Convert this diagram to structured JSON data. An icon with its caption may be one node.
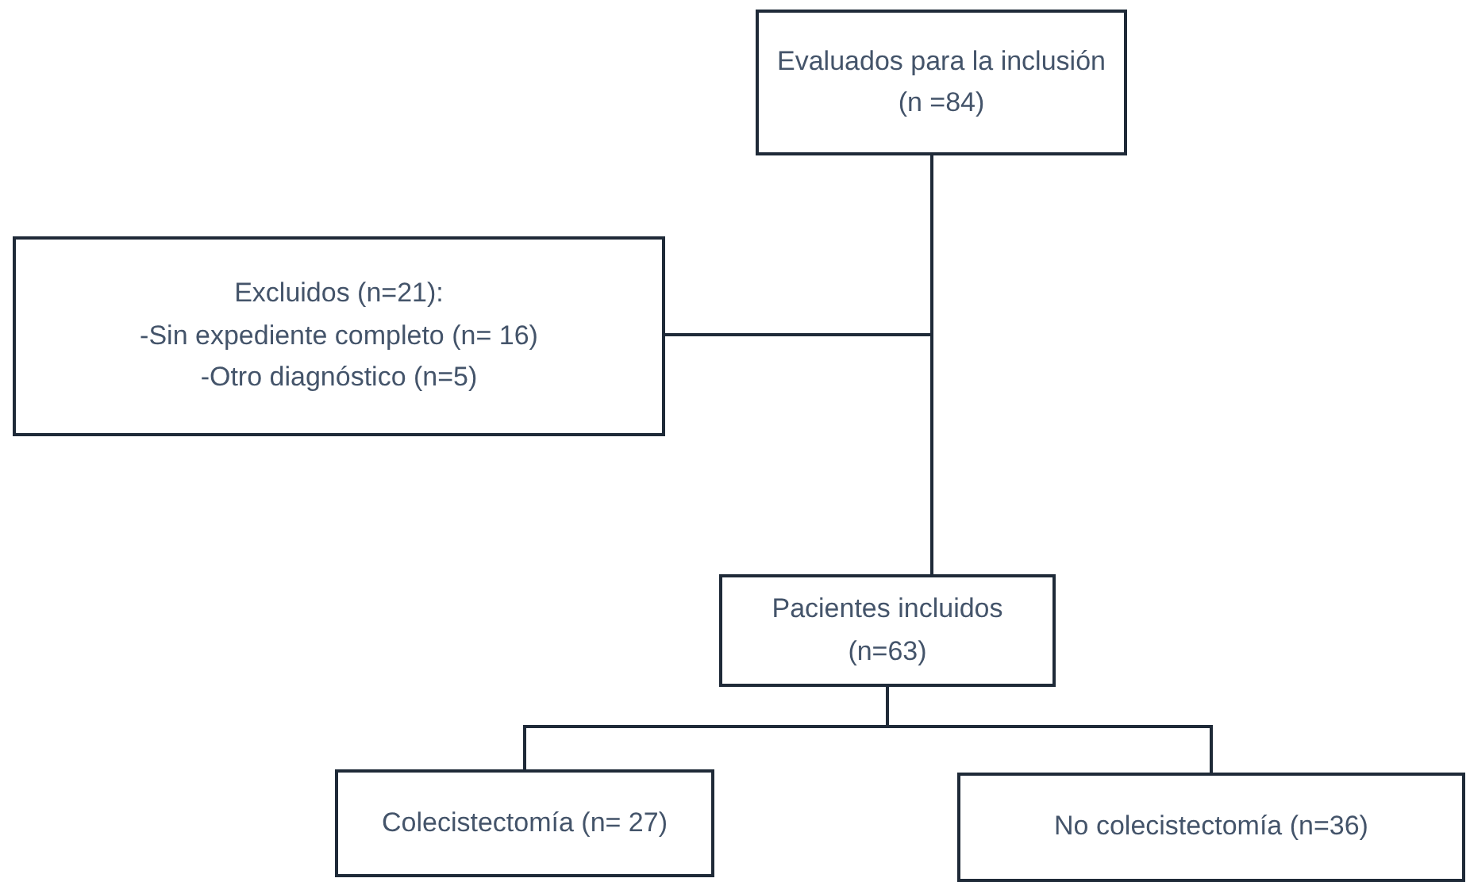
{
  "diagram": {
    "nodes": [
      {
        "text": [
          "Evaluados para la inclusión (n =84)"
        ]
      },
      {
        "text": [
          "Excluidos (n=21):",
          "-Sin expediente completo (n= 16)",
          "-Otro diagnóstico (n=5)"
        ]
      },
      {
        "text": [
          "Pacientes incluidos (n=63)"
        ]
      },
      {
        "text": [
          "Colecistectomía (n= 27)"
        ]
      },
      {
        "text": [
          "No colecistectomía (n=36)"
        ]
      }
    ],
    "edges": [
      {
        "from": 0,
        "to": 1,
        "arrow": "none"
      },
      {
        "from": 0,
        "to": 2,
        "arrow": "none"
      },
      {
        "from": 2,
        "to": 3,
        "arrow": "none"
      },
      {
        "from": 2,
        "to": 4,
        "arrow": "none"
      }
    ]
  }
}
